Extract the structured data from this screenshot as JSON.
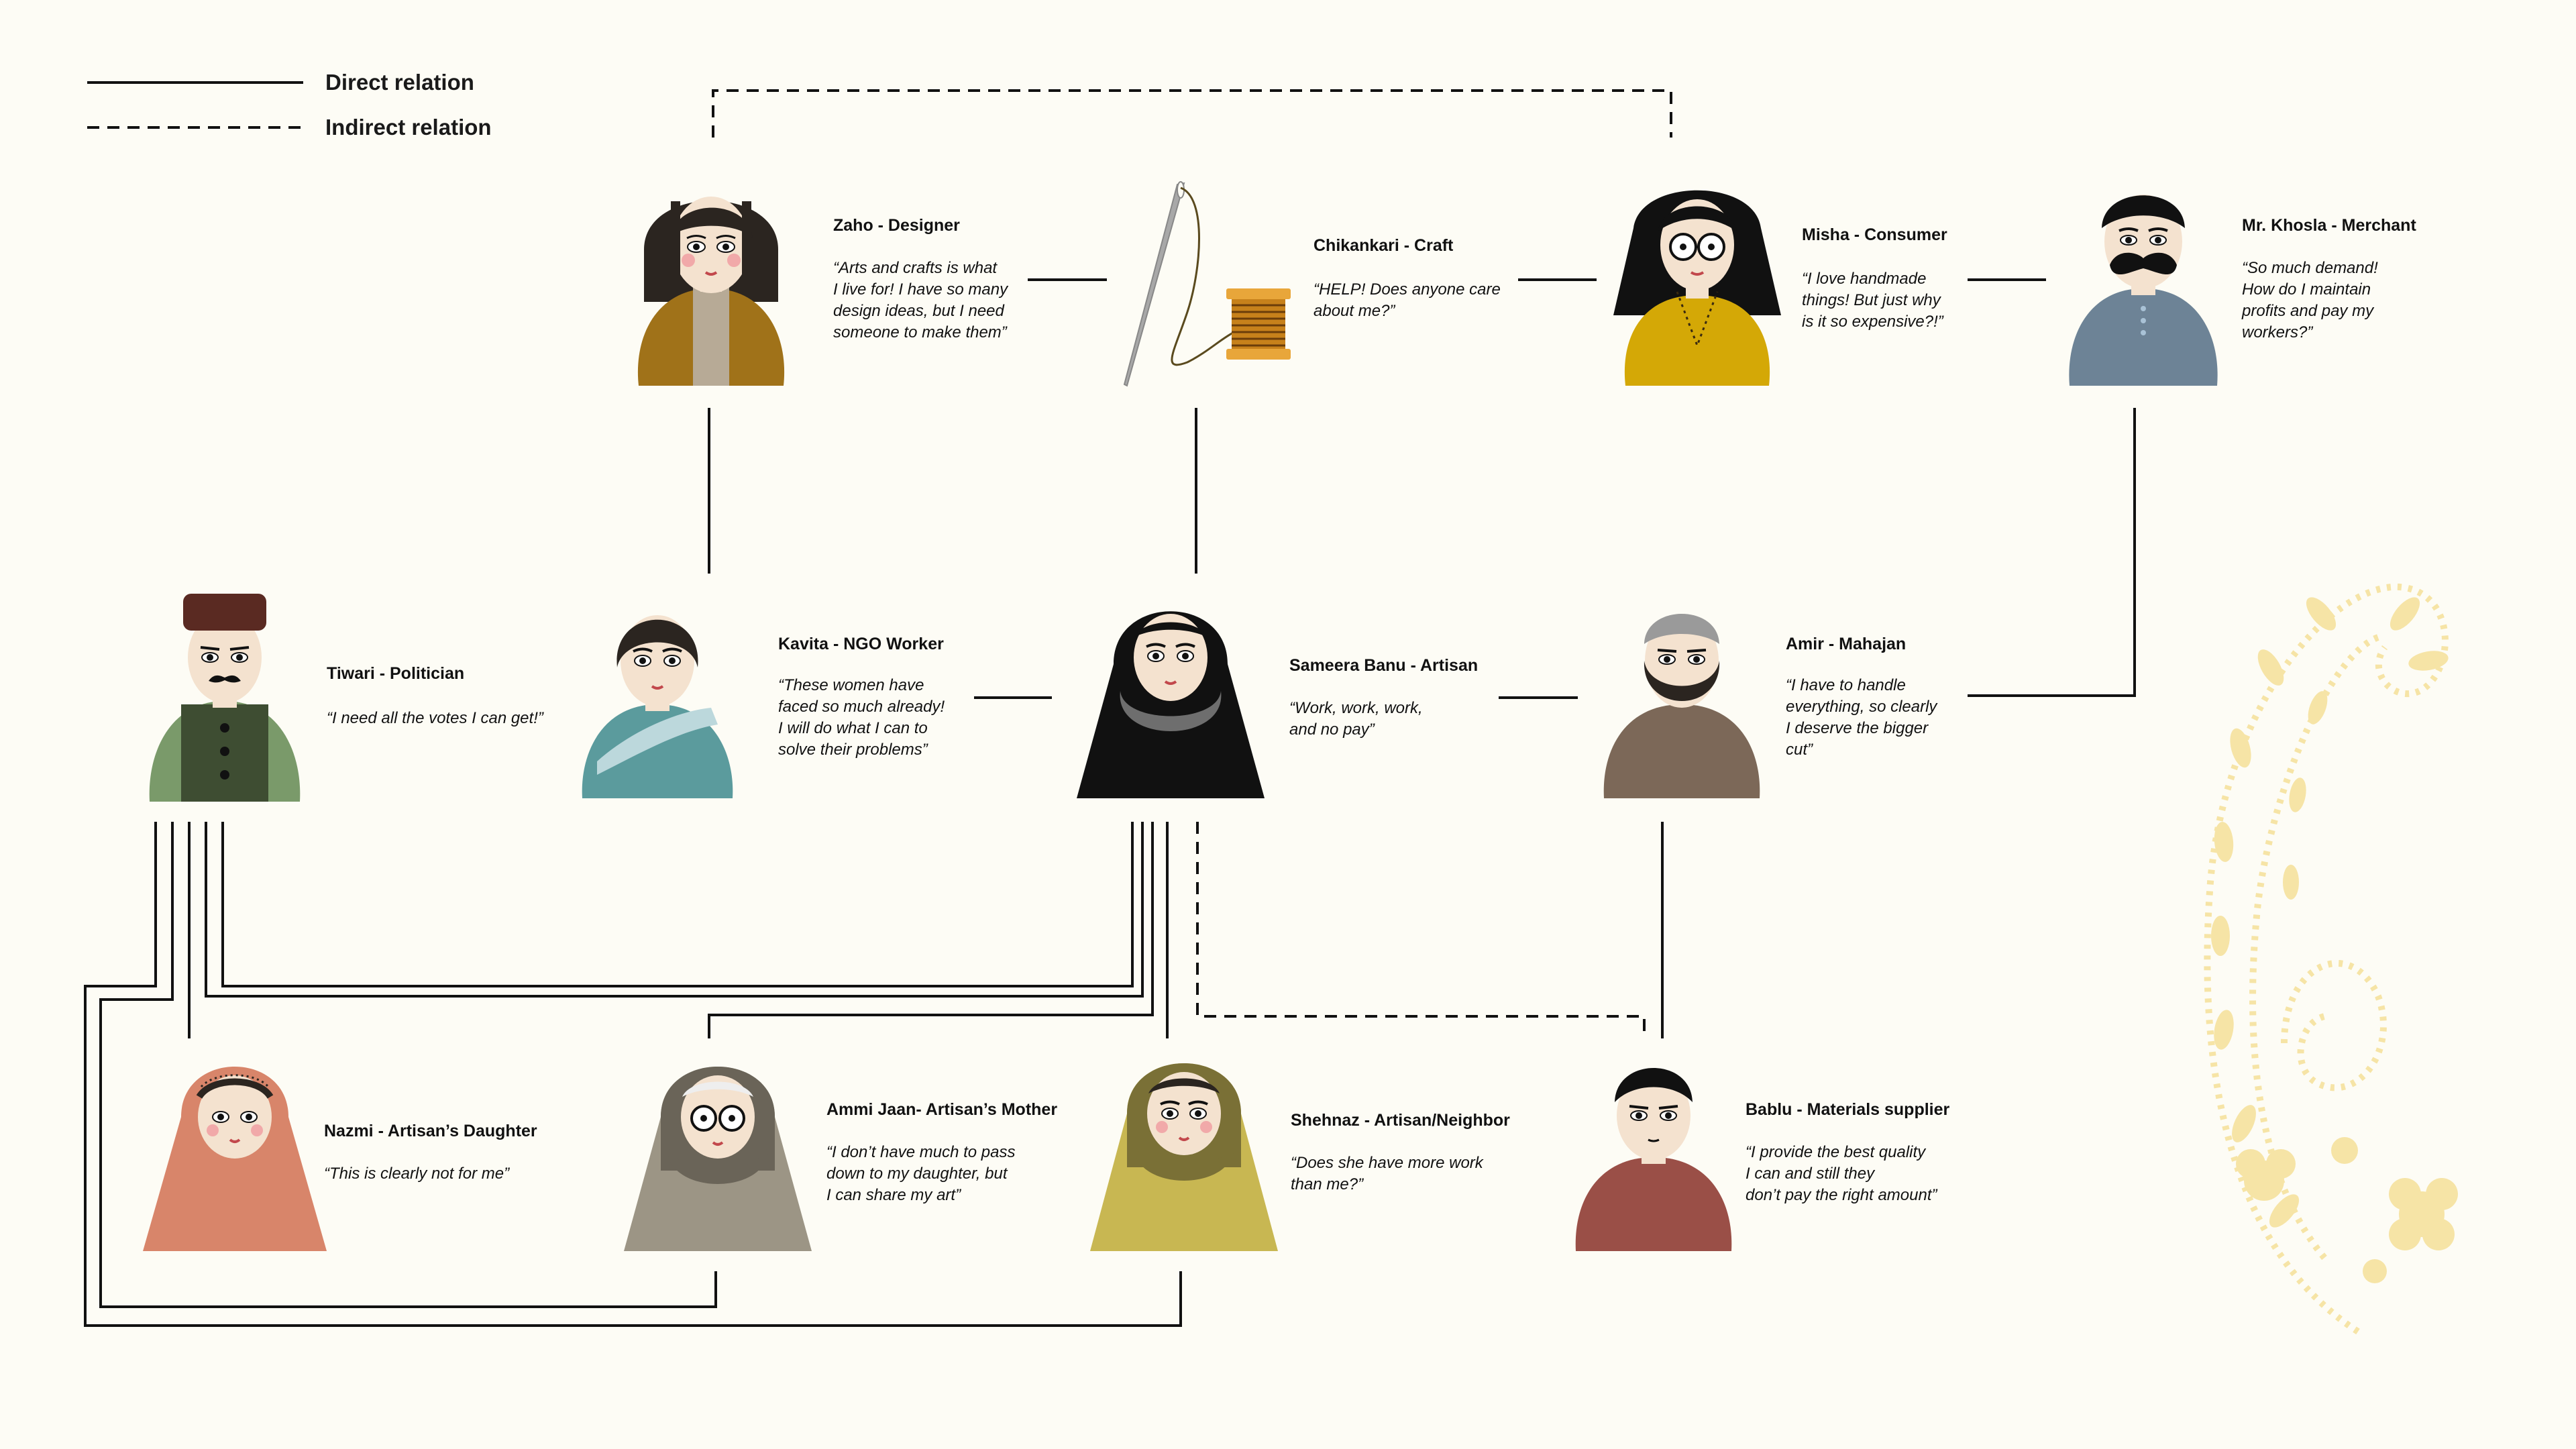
{
  "legend": {
    "direct": "Direct relation",
    "indirect": "Indirect relation"
  },
  "personas": {
    "zaho": {
      "name": "Zaho - Designer",
      "quote": "“Arts and crafts is what\nI live for! I have so many\ndesign ideas, but I need\nsomeone to make them”"
    },
    "craft": {
      "name": "Chikankari - Craft",
      "quote": "“HELP! Does anyone care\nabout me?”"
    },
    "misha": {
      "name": "Misha - Consumer",
      "quote": "“I love handmade\nthings! But just why\nis it so expensive?!”"
    },
    "khosla": {
      "name": "Mr. Khosla - Merchant",
      "quote": "“So much demand!\nHow do I maintain\nprofits and pay my\nworkers?”"
    },
    "tiwari": {
      "name": "Tiwari - Politician",
      "quote": "“I need all the votes I can get!”"
    },
    "kavita": {
      "name": "Kavita - NGO Worker",
      "quote": "“These women have\nfaced so much already!\nI will do what I can to\nsolve their problems”"
    },
    "sameera": {
      "name": "Sameera Banu - Artisan",
      "quote": "“Work, work, work,\nand no pay”"
    },
    "amir": {
      "name": "Amir - Mahajan",
      "quote": "“I have to handle\neverything, so clearly\nI deserve the bigger\ncut”"
    },
    "nazmi": {
      "name": "Nazmi - Artisan’s Daughter",
      "quote": "“This is clearly not for me”"
    },
    "ammi": {
      "name": "Ammi Jaan- Artisan’s Mother",
      "quote": "“I don’t have much to pass\ndown to my daughter, but\nI can share my art”"
    },
    "shehnaz": {
      "name": "Shehnaz - Artisan/Neighbor",
      "quote": "“Does she have more work\nthan me?”"
    },
    "bablu": {
      "name": "Bablu - Materials supplier",
      "quote": "“I provide the best quality\nI can and still they\ndon’t pay the right amount”"
    }
  },
  "colors": {
    "background": "#fdfcf5",
    "line": "#111111",
    "paisley": "#f6e4a6",
    "zaho_body": "#a07219",
    "misha_body": "#d4a806",
    "khosla_body": "#6d8396",
    "tiwari_body": "#3e4d32",
    "kavita_body": "#5b9b9d",
    "sameera_body": "#111111",
    "amir_body": "#7c6858",
    "nazmi_body": "#d8856a",
    "ammi_body": "#9c9585",
    "shehnaz_body": "#c8b752",
    "bablu_body": "#9a4f47"
  },
  "icons": {
    "craft": "needle-and-thread-spool-icon",
    "decoration": "paisley-motif"
  }
}
